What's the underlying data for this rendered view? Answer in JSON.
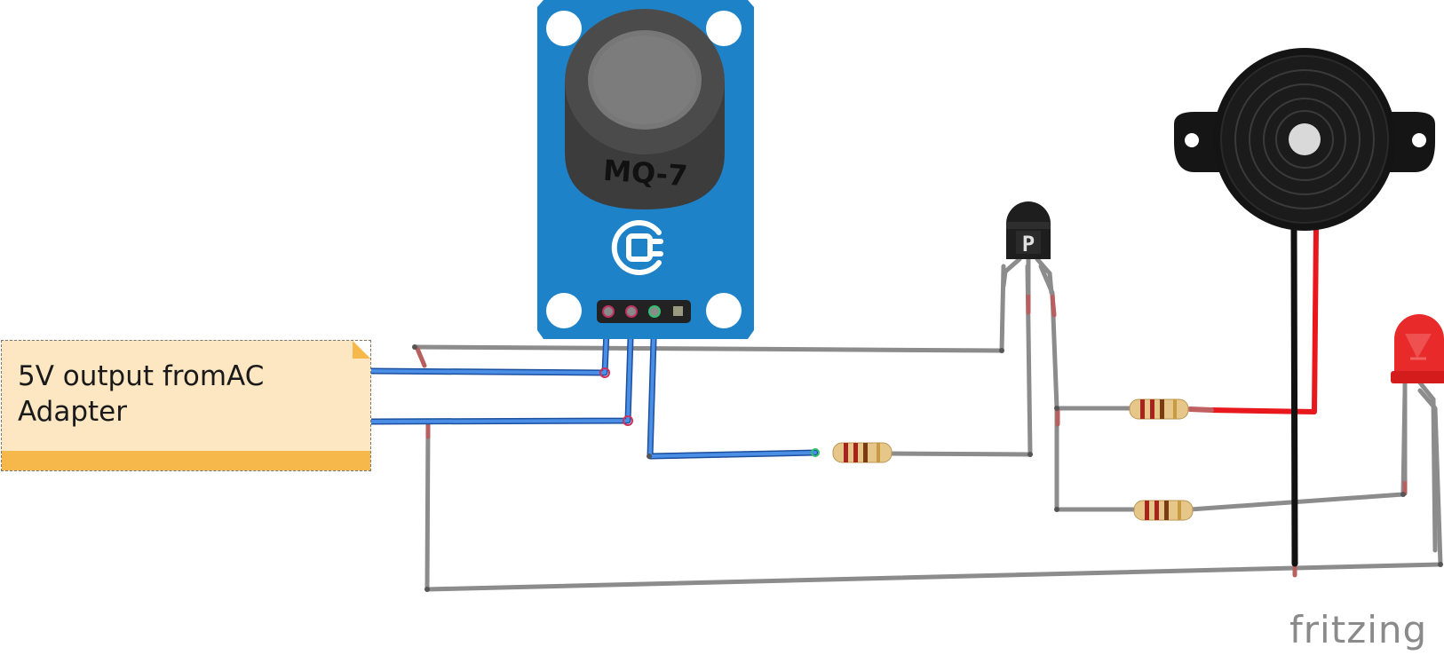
{
  "diagram": {
    "sensor_label": "MQ-7",
    "transistor_mark": "P",
    "note_text": "5V output fromAC Adapter",
    "brand": "fritzing"
  },
  "colors": {
    "board_blue": "#1e82c8",
    "wire_gray": "#8c8c8c",
    "wire_blue": "#2f6fd0",
    "wire_red": "#e8181c",
    "wire_black": "#111111",
    "note_fill": "#fde7c2",
    "note_bar": "#f6b84a",
    "led_red": "#e82a2a"
  }
}
